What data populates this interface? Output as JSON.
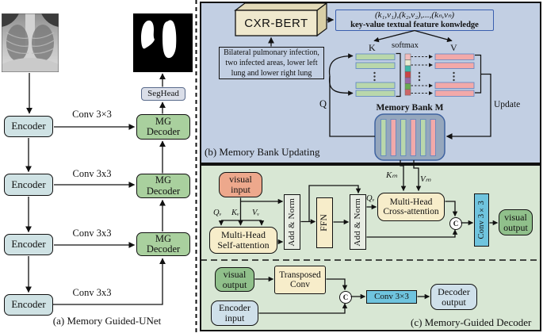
{
  "colors": {
    "panel_b_bg": "#c2cfe3",
    "panel_c_bg": "#d8e7d4",
    "encoder_fill": "#cfe2e4",
    "decoder_fill": "#a9d09e",
    "seghead_fill": "#dadee8",
    "cream_fill": "#f7edca",
    "salmon_fill": "#eda88c",
    "green_box_fill": "#90c08b",
    "light_blue_fill": "#cfe0ea",
    "cyan_fill": "#6fc4de",
    "add_norm_fill": "#e7ece3",
    "k_bar": "#b9d7ab",
    "v_bar": "#f2a9a9",
    "memory_bank_fill": "#95a7bd",
    "kv_box_border": "#3a5fae",
    "softmax_colors": [
      "#f2bdbd",
      "#e9ecd2",
      "#3fb8a8",
      "#cc4444",
      "#9a68a8",
      "#6aaa50",
      "#cc6666"
    ]
  },
  "panel_a": {
    "caption": "(a) Memory Guided-UNet",
    "encoder_label": "Encoder",
    "mg_decoder_line1": "MG",
    "mg_decoder_line2": "Decoder",
    "seghead_label": "SegHead",
    "conv_labels": [
      "Conv 3×3",
      "Conv 3x3",
      "Conv 3x3",
      "Conv 3x3"
    ]
  },
  "panel_b": {
    "caption": "(b) Memory Bank Updating",
    "cxr_bert_label": "CXR-BERT",
    "kv_line1": "(k₁,v₁),(k₂,v₂),...,(kₙ,vₙ)",
    "kv_line2": "key-value textual feature konwledge",
    "report_line1": "Bilateral pulmonary infection,",
    "report_line2": "two infected areas, lower left",
    "report_line3": "lung and lower right lung",
    "k_label": "K",
    "softmax_label": "softmax",
    "v_label": "V",
    "q_label": "Q",
    "update_label": "Update",
    "memory_bank_label": "Memory Bank M"
  },
  "panel_c": {
    "caption": "(c) Memory-Guided Decoder",
    "visual_input_l1": "visual",
    "visual_input_l2": "input",
    "qv_label": "Qᵥ",
    "kv_label": "Kᵥ",
    "vv_label": "Vᵥ",
    "qv2_label": "Qᵥ",
    "km_label": "Kₘ",
    "vm_label": "Vₘ",
    "mhsa_l1": "Multi-Head",
    "mhsa_l2": "Self-attention",
    "add_norm_label": "Add & Norm",
    "ffn_label": "FFN",
    "mhca_l1": "Multi-Head",
    "mhca_l2": "Cross-attention",
    "concat_label": "C",
    "conv_vertical_label": "Conv 3×3",
    "visual_output_l1": "visual",
    "visual_output_l2": "output",
    "transposed_l1": "Transposed",
    "transposed_l2": "Conv",
    "encoder_input_l1": "Encoder",
    "encoder_input_l2": "input",
    "conv_bottom_label": "Conv 3×3",
    "decoder_output_l1": "Decoder",
    "decoder_output_l2": "output"
  }
}
